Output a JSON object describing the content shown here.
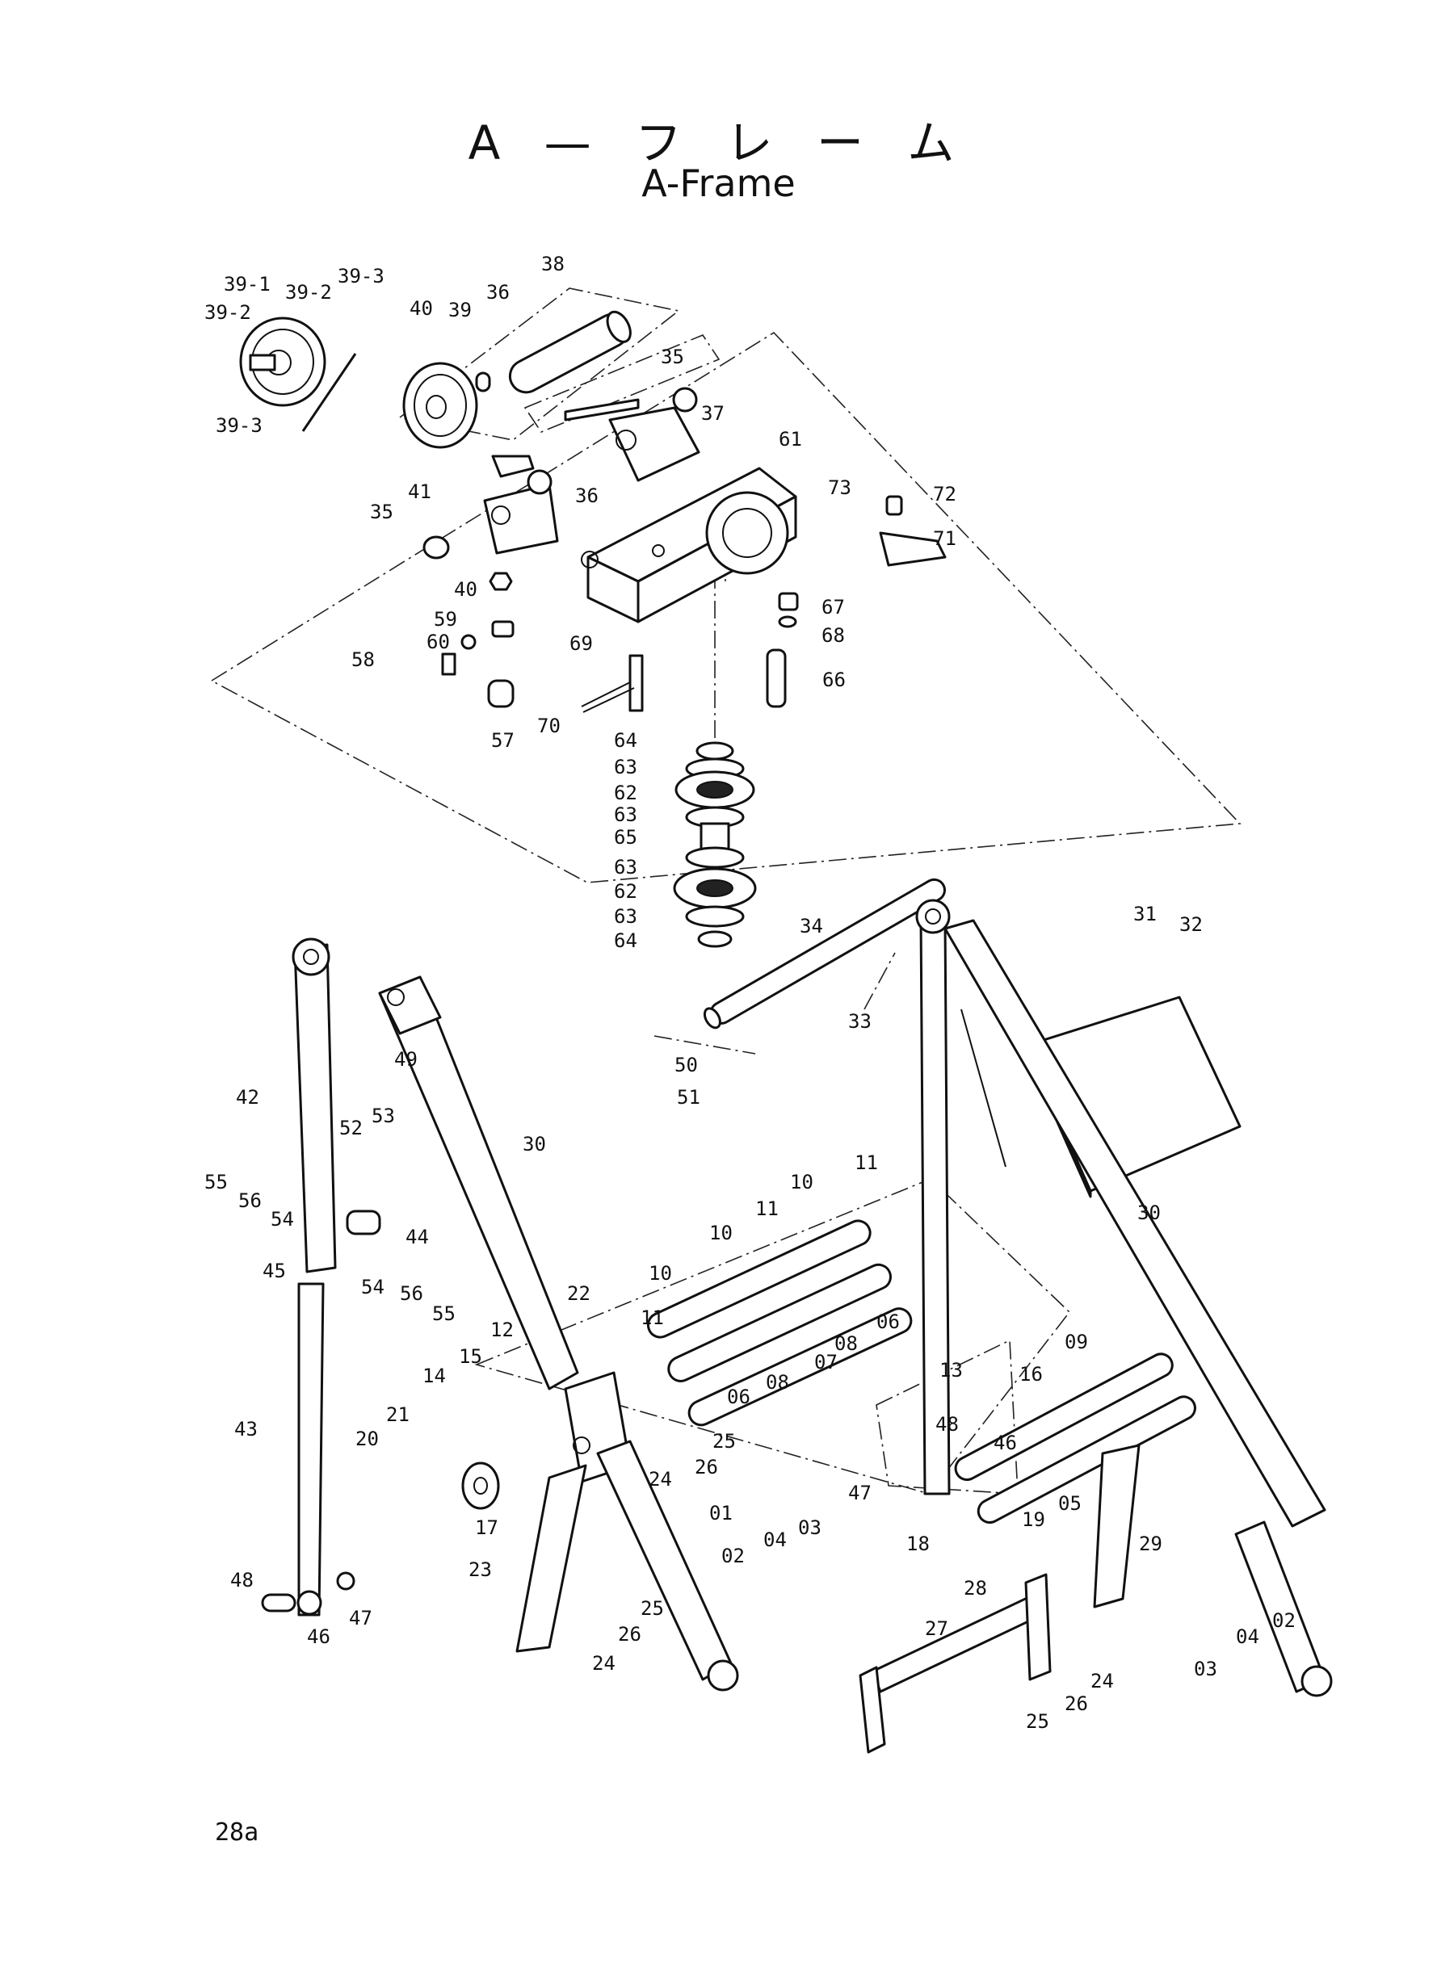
{
  "title": {
    "japanese": "A — フ レ ー ム",
    "english": "A-Frame"
  },
  "page_number": "28a",
  "callouts": [
    {
      "id": "c39-1",
      "text": "39-1"
    },
    {
      "id": "c39-2a",
      "text": "39-2"
    },
    {
      "id": "c39-3a",
      "text": "39-3"
    },
    {
      "id": "c39-2b",
      "text": "39-2"
    },
    {
      "id": "c39-3b",
      "text": "39-3"
    },
    {
      "id": "c40a",
      "text": "40"
    },
    {
      "id": "c39",
      "text": "39"
    },
    {
      "id": "c36a",
      "text": "36"
    },
    {
      "id": "c38",
      "text": "38"
    },
    {
      "id": "c35a",
      "text": "35"
    },
    {
      "id": "c37",
      "text": "37"
    },
    {
      "id": "c61",
      "text": "61"
    },
    {
      "id": "c41",
      "text": "41"
    },
    {
      "id": "c36b",
      "text": "36"
    },
    {
      "id": "c35b",
      "text": "35"
    },
    {
      "id": "c40b",
      "text": "40"
    },
    {
      "id": "c73",
      "text": "73"
    },
    {
      "id": "c72",
      "text": "72"
    },
    {
      "id": "c71",
      "text": "71"
    },
    {
      "id": "c59",
      "text": "59"
    },
    {
      "id": "c60",
      "text": "60"
    },
    {
      "id": "c58",
      "text": "58"
    },
    {
      "id": "c69",
      "text": "69"
    },
    {
      "id": "c67",
      "text": "67"
    },
    {
      "id": "c68",
      "text": "68"
    },
    {
      "id": "c66",
      "text": "66"
    },
    {
      "id": "c70",
      "text": "70"
    },
    {
      "id": "c57",
      "text": "57"
    },
    {
      "id": "c64a",
      "text": "64"
    },
    {
      "id": "c63a",
      "text": "63"
    },
    {
      "id": "c62a",
      "text": "62"
    },
    {
      "id": "c63b",
      "text": "63"
    },
    {
      "id": "c65",
      "text": "65"
    },
    {
      "id": "c63c",
      "text": "63"
    },
    {
      "id": "c62b",
      "text": "62"
    },
    {
      "id": "c63d",
      "text": "63"
    },
    {
      "id": "c64b",
      "text": "64"
    },
    {
      "id": "c34",
      "text": "34"
    },
    {
      "id": "c31",
      "text": "31"
    },
    {
      "id": "c32",
      "text": "32"
    },
    {
      "id": "c33",
      "text": "33"
    },
    {
      "id": "c50",
      "text": "50"
    },
    {
      "id": "c51",
      "text": "51"
    },
    {
      "id": "c49",
      "text": "49"
    },
    {
      "id": "c52",
      "text": "52"
    },
    {
      "id": "c53",
      "text": "53"
    },
    {
      "id": "c42",
      "text": "42"
    },
    {
      "id": "c30a",
      "text": "30"
    },
    {
      "id": "c30b",
      "text": "30"
    },
    {
      "id": "c55a",
      "text": "55"
    },
    {
      "id": "c56a",
      "text": "56"
    },
    {
      "id": "c54a",
      "text": "54"
    },
    {
      "id": "c44",
      "text": "44"
    },
    {
      "id": "c45",
      "text": "45"
    },
    {
      "id": "c54b",
      "text": "54"
    },
    {
      "id": "c56b",
      "text": "56"
    },
    {
      "id": "c55b",
      "text": "55"
    },
    {
      "id": "c11a",
      "text": "11"
    },
    {
      "id": "c10a",
      "text": "10"
    },
    {
      "id": "c11b",
      "text": "11"
    },
    {
      "id": "c10b",
      "text": "10"
    },
    {
      "id": "c10c",
      "text": "10"
    },
    {
      "id": "c11c",
      "text": "11"
    },
    {
      "id": "c22",
      "text": "22"
    },
    {
      "id": "c06a",
      "text": "06"
    },
    {
      "id": "c08a",
      "text": "08"
    },
    {
      "id": "c07",
      "text": "07"
    },
    {
      "id": "c08b",
      "text": "08"
    },
    {
      "id": "c06b",
      "text": "06"
    },
    {
      "id": "c12",
      "text": "12"
    },
    {
      "id": "c15",
      "text": "15"
    },
    {
      "id": "c14",
      "text": "14"
    },
    {
      "id": "c25a",
      "text": "25"
    },
    {
      "id": "c26a",
      "text": "26"
    },
    {
      "id": "c24a",
      "text": "24"
    },
    {
      "id": "c21",
      "text": "21"
    },
    {
      "id": "c20",
      "text": "20"
    },
    {
      "id": "c17",
      "text": "17"
    },
    {
      "id": "c43",
      "text": "43"
    },
    {
      "id": "c23",
      "text": "23"
    },
    {
      "id": "c01",
      "text": "01"
    },
    {
      "id": "c02a",
      "text": "02"
    },
    {
      "id": "c04a",
      "text": "04"
    },
    {
      "id": "c03a",
      "text": "03"
    },
    {
      "id": "c25b",
      "text": "25"
    },
    {
      "id": "c26b",
      "text": "26"
    },
    {
      "id": "c24b",
      "text": "24"
    },
    {
      "id": "c48a",
      "text": "48"
    },
    {
      "id": "c46a",
      "text": "46"
    },
    {
      "id": "c47a",
      "text": "47"
    },
    {
      "id": "c13",
      "text": "13"
    },
    {
      "id": "c16",
      "text": "16"
    },
    {
      "id": "c09",
      "text": "09"
    },
    {
      "id": "c48b",
      "text": "48"
    },
    {
      "id": "c46b",
      "text": "46"
    },
    {
      "id": "c05",
      "text": "05"
    },
    {
      "id": "c47b",
      "text": "47"
    },
    {
      "id": "c18",
      "text": "18"
    },
    {
      "id": "c19",
      "text": "19"
    },
    {
      "id": "c29",
      "text": "29"
    },
    {
      "id": "c28",
      "text": "28"
    },
    {
      "id": "c27",
      "text": "27"
    },
    {
      "id": "c24c",
      "text": "24"
    },
    {
      "id": "c26c",
      "text": "26"
    },
    {
      "id": "c25c",
      "text": "25"
    },
    {
      "id": "c04b",
      "text": "04"
    },
    {
      "id": "c02b",
      "text": "02"
    },
    {
      "id": "c03b",
      "text": "03"
    }
  ]
}
